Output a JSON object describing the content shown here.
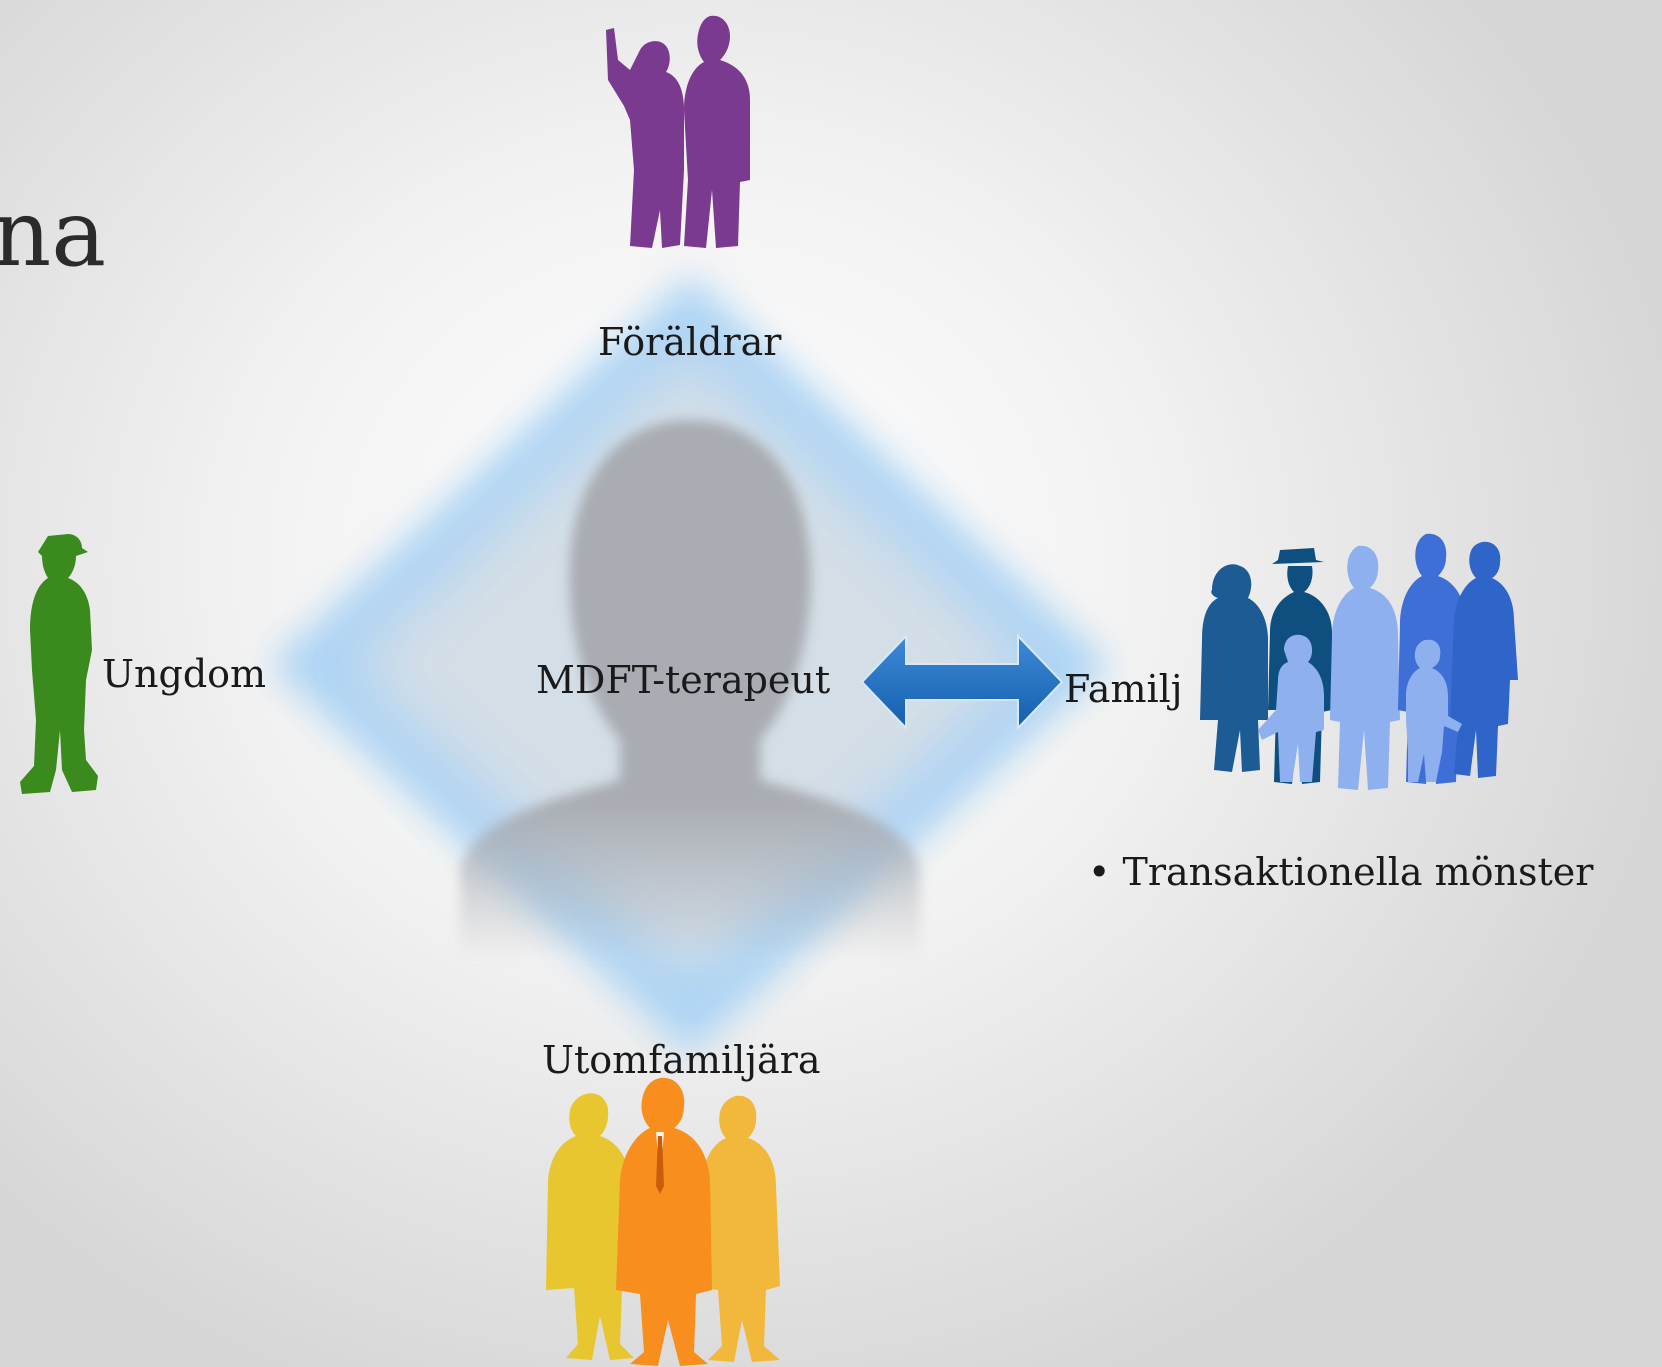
{
  "title_fragment": "na",
  "nodes": {
    "top": {
      "label": "Föräldrar",
      "color": "#7a3a8f"
    },
    "left": {
      "label": "Ungdom",
      "color": "#3a8a1e"
    },
    "center": {
      "label": "MDFT-terapeut",
      "color": "#a9acb2"
    },
    "right": {
      "label": "Familj",
      "colors": [
        "#1d5b94",
        "#0f4f7f",
        "#8fb0ef",
        "#3d6fd6",
        "#2f64c8"
      ]
    },
    "bottom": {
      "label": "Utomfamiljära",
      "colors": [
        "#e8c630",
        "#f78e1e",
        "#f2b83b"
      ]
    }
  },
  "connector": {
    "color": "#1f72c4",
    "type": "double-arrow"
  },
  "diamond_color": "#a8d2f5",
  "bullets": [
    "Transaktionella mönster"
  ]
}
